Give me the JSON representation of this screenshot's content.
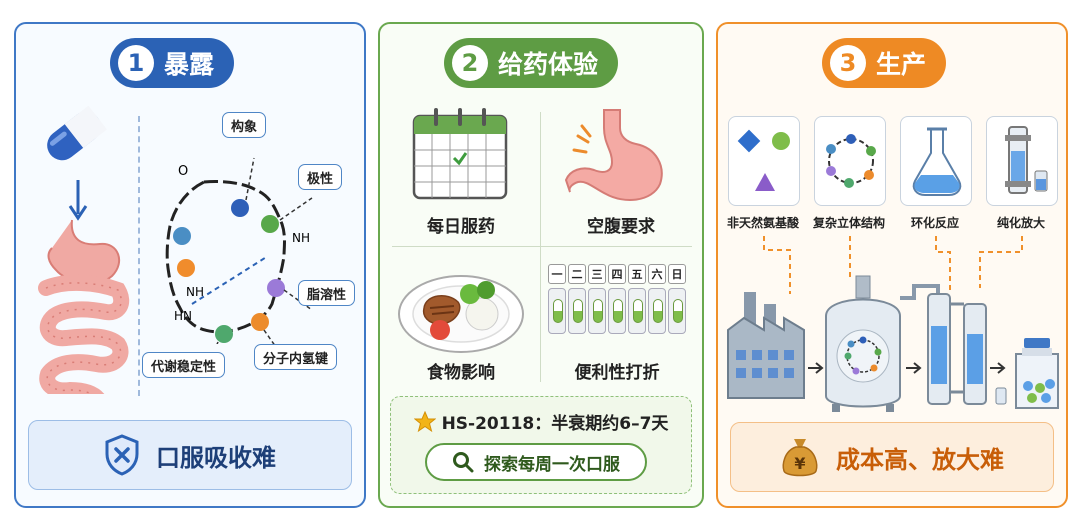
{
  "colors": {
    "blue": "#2b62b5",
    "green": "#5e9c44",
    "orange": "#ee8a24"
  },
  "exposure": {
    "number": "1",
    "title": "暴露",
    "labels": {
      "conformation": "构象",
      "polarity": "极性",
      "lipophilicity": "脂溶性",
      "h_bond": "分子内氢键",
      "metabolic": "代谢稳定性"
    },
    "atoms": {
      "o": "O",
      "nh1": "NH",
      "nh2": "NH",
      "hn": "HN"
    },
    "bottom": "口服吸收难",
    "icons": [
      "capsule-icon",
      "digestive-tract-icon",
      "shield-x-icon"
    ]
  },
  "dosing": {
    "number": "2",
    "title": "给药体验",
    "cells": {
      "daily": "每日服药",
      "fasting": "空腹要求",
      "food": "食物影响",
      "convenience": "便利性打折"
    },
    "weekdays": [
      "一",
      "二",
      "三",
      "四",
      "五",
      "六",
      "日"
    ],
    "halflife": "HS-20118：半衰期约6–7天",
    "explore": "探索每周一次口服",
    "icons": [
      "calendar-icon",
      "stomach-icon",
      "food-plate-icon",
      "pill-organizer-icon",
      "star-icon",
      "search-icon"
    ]
  },
  "production": {
    "number": "3",
    "title": "生产",
    "cards": [
      "非天然氨基酸",
      "复杂立体结构",
      "环化反应",
      "纯化放大"
    ],
    "bottom": "成本高、放大难",
    "icons": [
      "shapes-icon",
      "ring-molecule-icon",
      "flask-icon",
      "column-icon",
      "factory-icon",
      "reactor-icon",
      "purification-column-icon",
      "vial-icon",
      "money-bag-icon"
    ]
  }
}
